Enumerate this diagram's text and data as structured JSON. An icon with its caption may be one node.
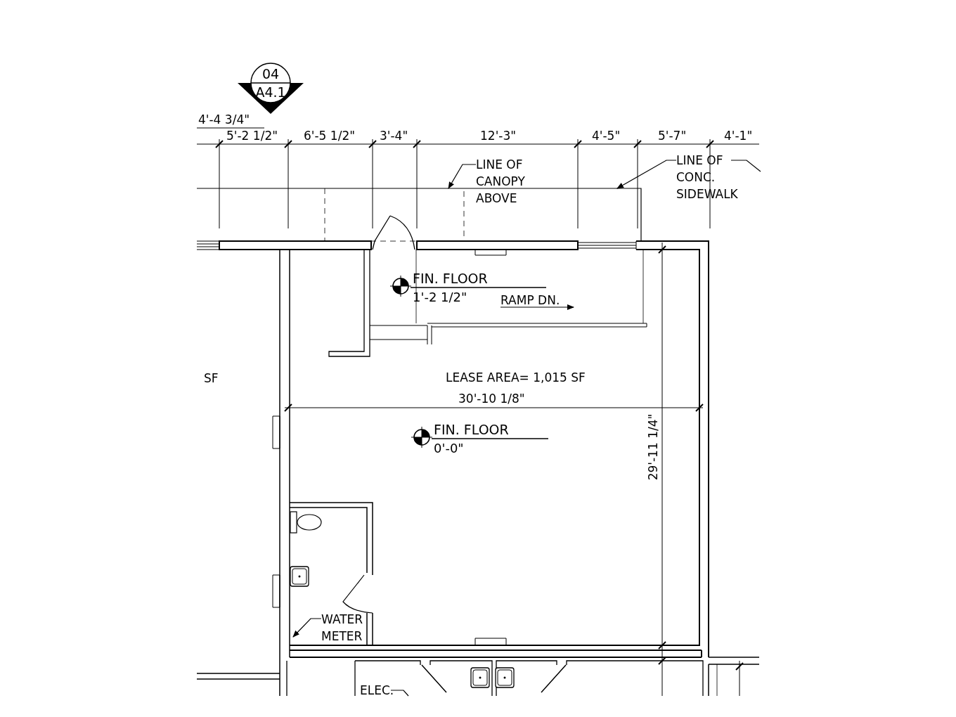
{
  "diagram": {
    "nodes": [
      {
        "text": [
          "04",
          "A4.1"
        ]
      },
      {
        "text": [
          "LINE OF CANOPY ABOVE"
        ]
      },
      {
        "text": [
          "LINE OF CONC. SIDEWALK"
        ]
      },
      {
        "text": [
          "WATER METER"
        ]
      },
      {
        "text": [
          "ELEC."
        ]
      }
    ],
    "edges": [
      {
        "from": 1,
        "to": null,
        "arrow": "to"
      },
      {
        "from": 2,
        "to": null,
        "arrow": "to"
      },
      {
        "from": 2,
        "to": null,
        "arrow": "none"
      },
      {
        "from": 3,
        "to": null,
        "arrow": "to"
      },
      {
        "from": 4,
        "to": null,
        "arrow": "none"
      }
    ],
    "labels": [
      "4'-4 3/4\"",
      "5'-2 1/2\"",
      "6'-5 1/2\"",
      "3'-4\"",
      "12'-3\"",
      "4'-5\"",
      "5'-7\"",
      "4'-1\"",
      "FIN. FLOOR",
      "1'-2 1/2\"",
      "RAMP DN.",
      "SF",
      "LEASE AREA= 1,015 SF",
      "30'-10 1/8\"",
      "FIN. FLOOR",
      "0'-0\"",
      "29'-11 1/4\""
    ]
  }
}
